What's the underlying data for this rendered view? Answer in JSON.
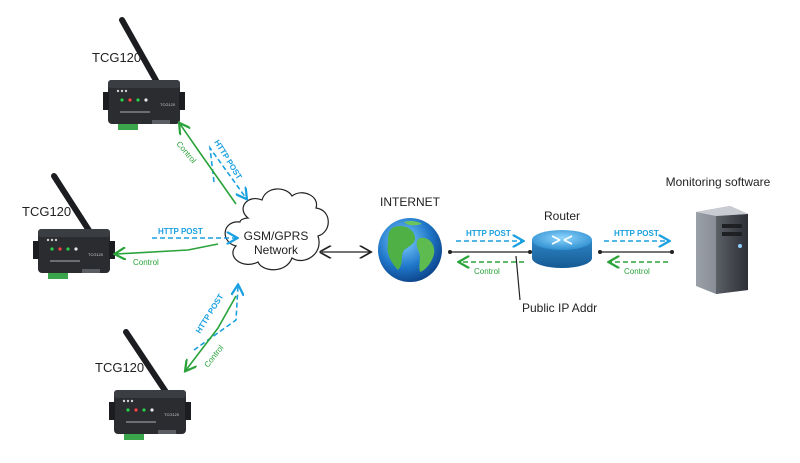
{
  "devices": [
    {
      "label": "TCG120",
      "badge": "TCG120"
    },
    {
      "label": "TCG120",
      "badge": "TCG120"
    },
    {
      "label": "TCG120",
      "badge": "TCG120"
    }
  ],
  "network": {
    "line1": "GSM/GPRS",
    "line2": "Network"
  },
  "internet": {
    "label": "INTERNET"
  },
  "router": {
    "label": "Router"
  },
  "public_ip": {
    "label": "Public IP Addr"
  },
  "server": {
    "label": "Monitoring software"
  },
  "links": {
    "http_post": "HTTP POST",
    "control": "Control"
  },
  "colors": {
    "http": "#1aa0e0",
    "control": "#2aa33a",
    "line": "#222222"
  }
}
